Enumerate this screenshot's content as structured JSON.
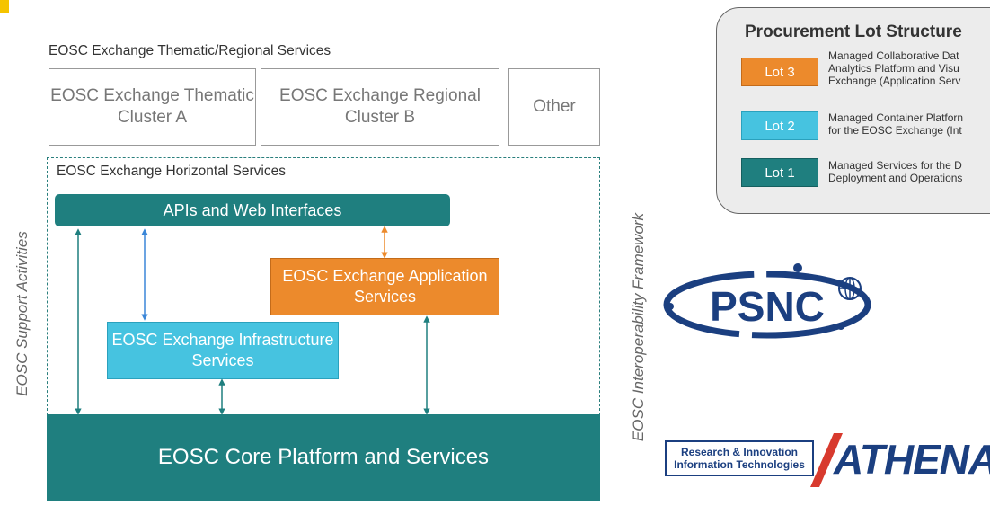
{
  "diagram": {
    "thematic_regional_title": "EOSC Exchange Thematic/Regional Services",
    "thematic_cluster": "EOSC Exchange Thematic Cluster A",
    "regional_cluster": "EOSC Exchange Regional Cluster B",
    "other": "Other",
    "horizontal_title": "EOSC Exchange Horizontal Services",
    "apis": "APIs and Web Interfaces",
    "application_services": "EOSC Exchange Application Services",
    "infrastructure_services": "EOSC Exchange Infrastructure Services",
    "core_platform": "EOSC Core Platform and Services",
    "support_activities": "EOSC Support Activities",
    "interoperability": "EOSC Interoperability Framework"
  },
  "procurement": {
    "title": "Procurement Lot Structure",
    "lots": [
      {
        "label": "Lot 3",
        "color": "#ec8a2c",
        "text_color": "#ffffff",
        "desc_line1": "Managed Collaborative Dat",
        "desc_line2": "Analytics Platform and Visu",
        "desc_line3": "Exchange (Application Serv"
      },
      {
        "label": "Lot 2",
        "color": "#46c3e0",
        "text_color": "#ffffff",
        "desc_line1": "Managed Container Platforn",
        "desc_line2": "for the EOSC Exchange (Int"
      },
      {
        "label": "Lot 1",
        "color": "#1f7f7f",
        "text_color": "#ffffff",
        "desc_line1": "Managed Services for the D",
        "desc_line2": "Deployment and Operations"
      }
    ]
  },
  "logos": {
    "psnc": "PSNC",
    "athena_sub1": "Research & Innovation",
    "athena_sub2": "Information Technologies",
    "athena": "ATHENA"
  },
  "colors": {
    "teal": "#1f7f7f",
    "orange": "#ec8a2c",
    "cyan": "#46c3e0",
    "navy": "#1b3f80"
  }
}
